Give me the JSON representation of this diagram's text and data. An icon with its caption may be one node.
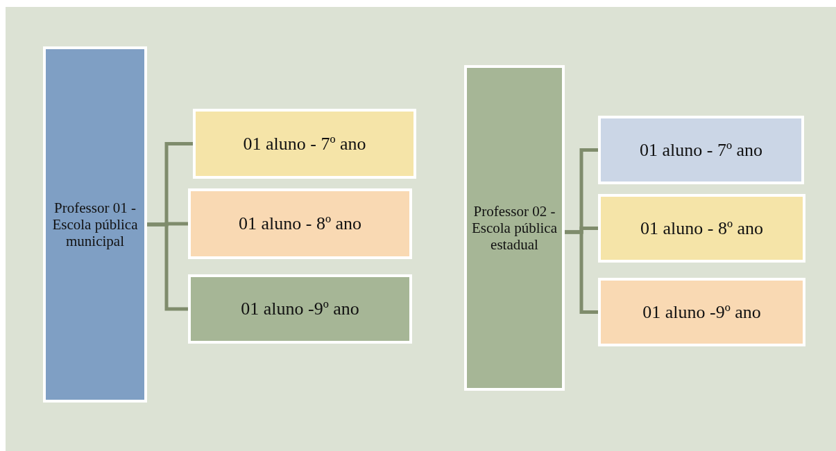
{
  "diagram": {
    "nodes": [
      {
        "text": [
          "Professor 01 - Escola pública municipal"
        ]
      },
      {
        "text": [
          "01 aluno - 7º ano"
        ]
      },
      {
        "text": [
          "01 aluno - 8º ano"
        ]
      },
      {
        "text": [
          "01 aluno -9º ano"
        ]
      },
      {
        "text": [
          "Professor 02 - Escola pública estadual"
        ]
      },
      {
        "text": [
          "01 aluno - 7º ano"
        ]
      },
      {
        "text": [
          "01 aluno - 8º ano"
        ]
      },
      {
        "text": [
          "01 aluno -9º ano"
        ]
      }
    ],
    "edges": [
      {
        "from": 0,
        "to": 1,
        "arrow": "none"
      },
      {
        "from": 0,
        "to": 2,
        "arrow": "none"
      },
      {
        "from": 0,
        "to": 3,
        "arrow": "none"
      },
      {
        "from": 4,
        "to": 5,
        "arrow": "none"
      },
      {
        "from": 4,
        "to": 6,
        "arrow": "none"
      },
      {
        "from": 4,
        "to": 7,
        "arrow": "none"
      }
    ]
  }
}
